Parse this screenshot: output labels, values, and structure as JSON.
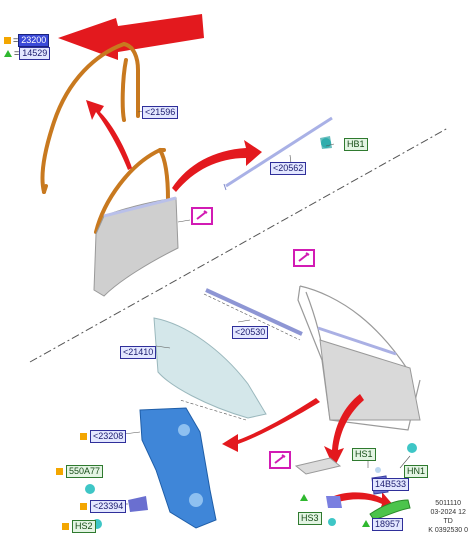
{
  "legend": {
    "eq": "=",
    "item1": "23200",
    "item2": "14529"
  },
  "labels": {
    "l21596": "<21596",
    "l20562": "<20562",
    "hb1": "HB1",
    "l20530": "<20530",
    "l21410": "<21410",
    "l23208": "<23208",
    "l550a77": "550A77",
    "l23394": "<23394",
    "hs2": "HS2",
    "hs1": "HS1",
    "l14b533": "14B533",
    "hn1": "HN1",
    "hs3": "HS3",
    "l18957": "18957"
  },
  "stamp": {
    "line1": "5011110",
    "line2": "03-2024 12",
    "line3": "TD",
    "line4": "K 0392530 0"
  },
  "colors": {
    "arrow": "#e3191e",
    "weatherstrip": "#c8791f",
    "door": "#c9c9c9",
    "regulator": "#3f86d8",
    "glass": "#cfe3e6",
    "accent_pink": "#d21bb4"
  }
}
